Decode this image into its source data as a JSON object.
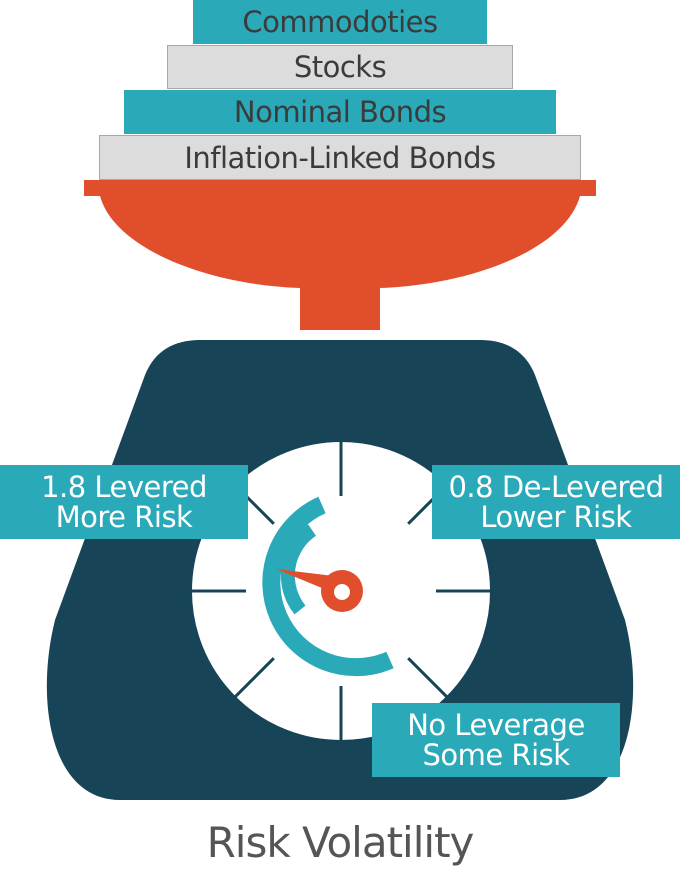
{
  "weights": [
    {
      "label": "Commodoties",
      "style": "teal"
    },
    {
      "label": "Stocks",
      "style": "grey"
    },
    {
      "label": "Nominal Bonds",
      "style": "teal"
    },
    {
      "label": "Inflation-Linked Bonds",
      "style": "grey"
    }
  ],
  "dial_labels": {
    "left": {
      "line1": "1.8 Levered",
      "line2": "More Risk"
    },
    "right": {
      "line1": "0.8 De-Levered",
      "line2": "Lower Risk"
    },
    "bottom": {
      "line1": "No Leverage",
      "line2": "Some Risk"
    }
  },
  "caption": "Risk Volatility",
  "colors": {
    "teal": "#2aa9b8",
    "grey": "#dcdcdc",
    "pan": "#e04e2c",
    "body": "#174457",
    "needle": "#e04e2c"
  }
}
